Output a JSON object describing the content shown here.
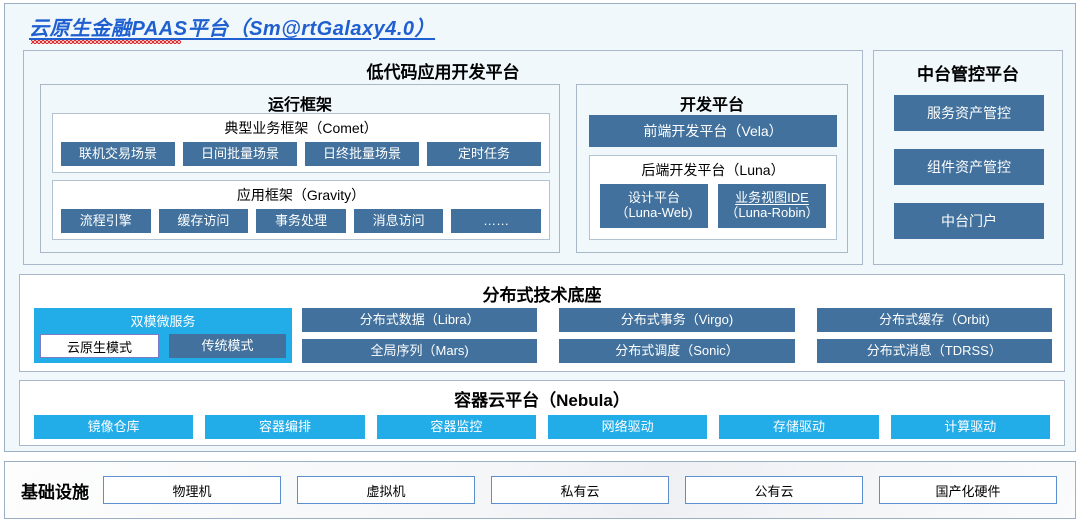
{
  "platform": {
    "title": "云原生金融PAAS平台（Sm@rtGalaxy4.0）"
  },
  "lowcode": {
    "title": "低代码应用开发平台",
    "runtime": {
      "title": "运行框架",
      "comet": {
        "title": "典型业务框架（Comet）",
        "items": [
          "联机交易场景",
          "日间批量场景",
          "日终批量场景",
          "定时任务"
        ]
      },
      "gravity": {
        "title": "应用框架（Gravity）",
        "items": [
          "流程引擎",
          "缓存访问",
          "事务处理",
          "消息访问",
          "……"
        ]
      }
    },
    "devplatform": {
      "title": "开发平台",
      "frontend": "前端开发平台（Vela）",
      "backend": {
        "title": "后端开发平台（Luna）",
        "items": [
          {
            "line1": "设计平台",
            "line2": "（Luna-Web)"
          },
          {
            "line1": "业务视图IDE",
            "line2": "（Luna-Robin）"
          }
        ]
      }
    }
  },
  "mgmt": {
    "title": "中台管控平台",
    "items": [
      "服务资产管控",
      "组件资产管控",
      "中台门户"
    ]
  },
  "tech": {
    "title": "分布式技术底座",
    "dualmode": {
      "title": "双模微服务",
      "cloud_native": "云原生模式",
      "traditional": "传统模式"
    },
    "items": [
      "分布式数据（Libra）",
      "分布式事务（Virgo)",
      "分布式缓存（Orbit)",
      "全局序列（Mars)",
      "分布式调度（Sonic）",
      "分布式消息（TDRSS）"
    ]
  },
  "container": {
    "title": "容器云平台（Nebula）",
    "items": [
      "镜像仓库",
      "容器编排",
      "容器监控",
      "网络驱动",
      "存储驱动",
      "计算驱动"
    ]
  },
  "infra": {
    "label": "基础设施",
    "items": [
      "物理机",
      "虚拟机",
      "私有云",
      "公有云",
      "国产化硬件"
    ]
  },
  "colors": {
    "steel_blue": "#41719c",
    "cyan": "#22ace8",
    "panel_bg": "#f0f8fc",
    "title_blue": "#1f5fd0",
    "spellcheck_red": "#e02020"
  }
}
